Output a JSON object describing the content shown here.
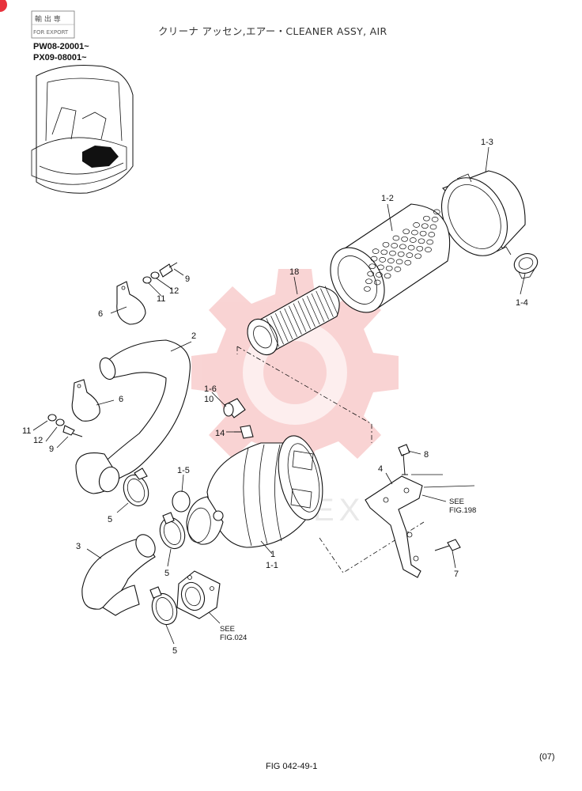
{
  "header": {
    "stamp_line1": "輸 出 専",
    "stamp_line2": "FOR EXPORT",
    "serial_1": "PW08-20001~",
    "serial_2": "PX09-08001~",
    "title": "クリーナ アッセン,エアー・CLEANER ASSY, AIR"
  },
  "callouts": {
    "c1": "1",
    "c1_1": "1-1",
    "c1_2": "1-2",
    "c1_3": "1-3",
    "c1_4": "1-4",
    "c1_5": "1-5",
    "c1_6": "1-6",
    "c2": "2",
    "c3": "3",
    "c4": "4",
    "c5a": "5",
    "c5b": "5",
    "c5c": "5",
    "c6a": "6",
    "c6b": "6",
    "c7": "7",
    "c8": "8",
    "c9a": "9",
    "c9b": "9",
    "c10": "10",
    "c11a": "11",
    "c11b": "11",
    "c12a": "12",
    "c12b": "12",
    "c14": "14",
    "c18": "18"
  },
  "references": {
    "see_a": "SEE",
    "fig_a": "FIG.198",
    "see_b": "SEE",
    "fig_b": "FIG.024"
  },
  "footer": {
    "revision": "(07)",
    "figure": "FIG  042-49-1"
  },
  "colors": {
    "ink": "#111111",
    "watermark": "#f2a0a0",
    "corner_mark": "#e8323c"
  }
}
